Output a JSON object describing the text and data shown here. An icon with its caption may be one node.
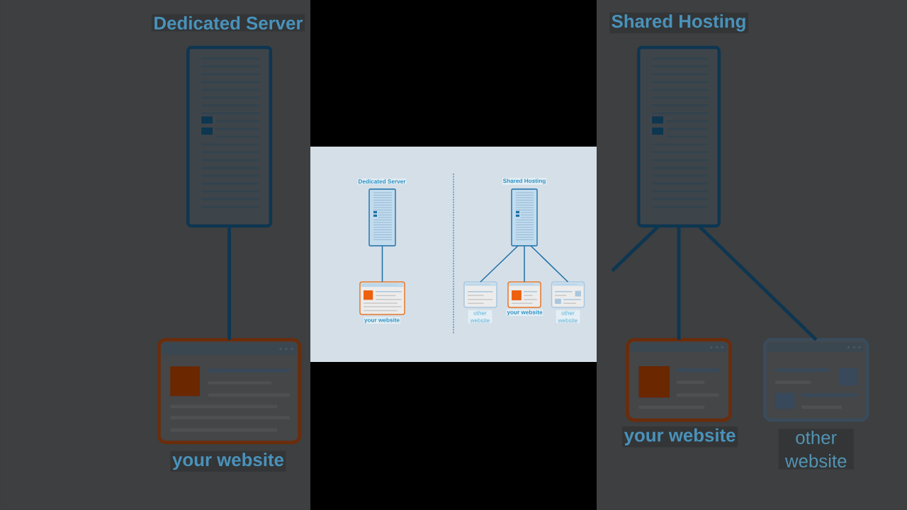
{
  "diagram": {
    "nodes": [
      {
        "text": [
          "Dedicated Server"
        ]
      },
      {
        "text": [
          "your website"
        ]
      },
      {
        "text": [
          "Dedicated Server"
        ]
      },
      {
        "text": [
          "your website"
        ]
      },
      {
        "text": [
          "Shared Hosting"
        ]
      },
      {
        "text": [
          "other website"
        ]
      },
      {
        "text": [
          "your website"
        ]
      },
      {
        "text": [
          "other website"
        ]
      },
      {
        "text": [
          "Shared Hosting"
        ]
      },
      {
        "text": [
          "your website"
        ]
      },
      {
        "text": [
          "other website"
        ]
      }
    ],
    "edges": [
      {
        "from": 0,
        "to": 1,
        "arrow": "none",
        "style": "thick"
      },
      {
        "from": 2,
        "to": 3,
        "arrow": "none"
      },
      {
        "from": 4,
        "to": 5,
        "arrow": "none"
      },
      {
        "from": 4,
        "to": 6,
        "arrow": "none"
      },
      {
        "from": 4,
        "to": 7,
        "arrow": "none"
      },
      {
        "from": 8,
        "to": null,
        "arrow": "none",
        "style": "thick"
      },
      {
        "from": 8,
        "to": 9,
        "arrow": "none",
        "style": "thick"
      },
      {
        "from": 8,
        "to": 10,
        "arrow": "none",
        "style": "thick"
      }
    ]
  }
}
